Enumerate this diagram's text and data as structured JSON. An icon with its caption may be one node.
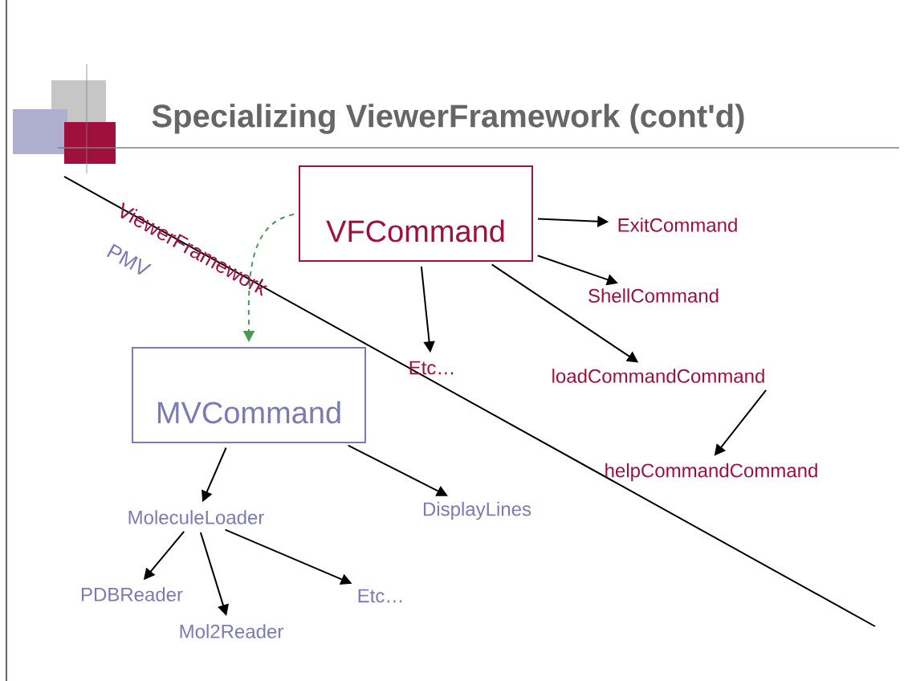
{
  "diagram": {
    "title": "Specializing ViewerFramework (cont'd)",
    "nodes": [
      {
        "text": [
          "VFCommand"
        ]
      },
      {
        "text": [
          "ExitCommand"
        ]
      },
      {
        "text": [
          "ShellCommand"
        ]
      },
      {
        "text": [
          "Etc…"
        ]
      },
      {
        "text": [
          "loadCommandCommand"
        ]
      },
      {
        "text": [
          "helpCommandCommand"
        ]
      },
      {
        "text": [
          "MVCommand"
        ]
      },
      {
        "text": [
          "MoleculeLoader"
        ]
      },
      {
        "text": [
          "DisplayLines"
        ]
      },
      {
        "text": [
          "PDBReader"
        ]
      },
      {
        "text": [
          "Mol2Reader"
        ]
      },
      {
        "text": [
          "Etc…"
        ]
      }
    ],
    "edges": [
      {
        "from": 0,
        "to": 1,
        "arrow": "to"
      },
      {
        "from": 0,
        "to": 2,
        "arrow": "to"
      },
      {
        "from": 0,
        "to": 3,
        "arrow": "to"
      },
      {
        "from": 0,
        "to": 4,
        "arrow": "to"
      },
      {
        "from": 4,
        "to": 5,
        "arrow": "to"
      },
      {
        "from": 0,
        "to": 6,
        "arrow": "to",
        "style": "dashed",
        "color": "#4a9a55"
      },
      {
        "from": 6,
        "to": 7,
        "arrow": "to"
      },
      {
        "from": 6,
        "to": 8,
        "arrow": "to"
      },
      {
        "from": 7,
        "to": 9,
        "arrow": "to"
      },
      {
        "from": 7,
        "to": 10,
        "arrow": "to"
      },
      {
        "from": 7,
        "to": 11,
        "arrow": "to"
      }
    ],
    "labels": [
      "ViewerFramework",
      "PMV"
    ]
  }
}
